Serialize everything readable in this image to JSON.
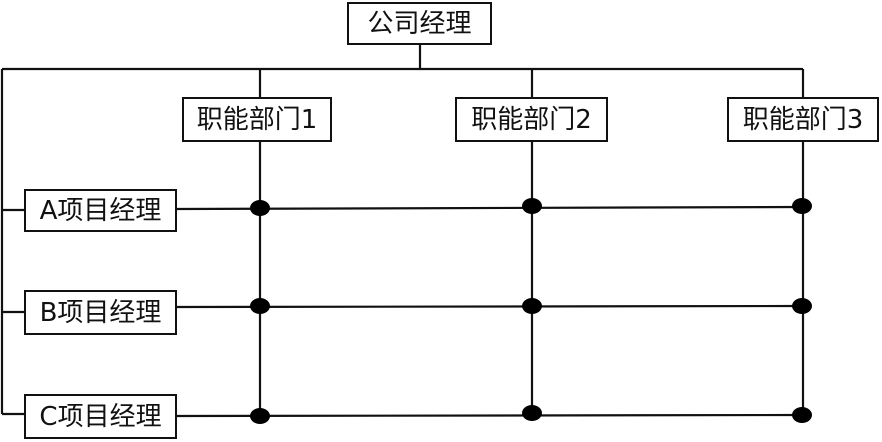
{
  "diagram": {
    "top": {
      "label": "公司经理"
    },
    "departments": [
      {
        "label": "职能部门1"
      },
      {
        "label": "职能部门2"
      },
      {
        "label": "职能部门3"
      }
    ],
    "projects": [
      {
        "label": "A项目经理"
      },
      {
        "label": "B项目经理"
      },
      {
        "label": "C项目经理"
      }
    ],
    "colors": {
      "line": "#111111",
      "node": "#000000",
      "box_border": "#111111"
    }
  }
}
